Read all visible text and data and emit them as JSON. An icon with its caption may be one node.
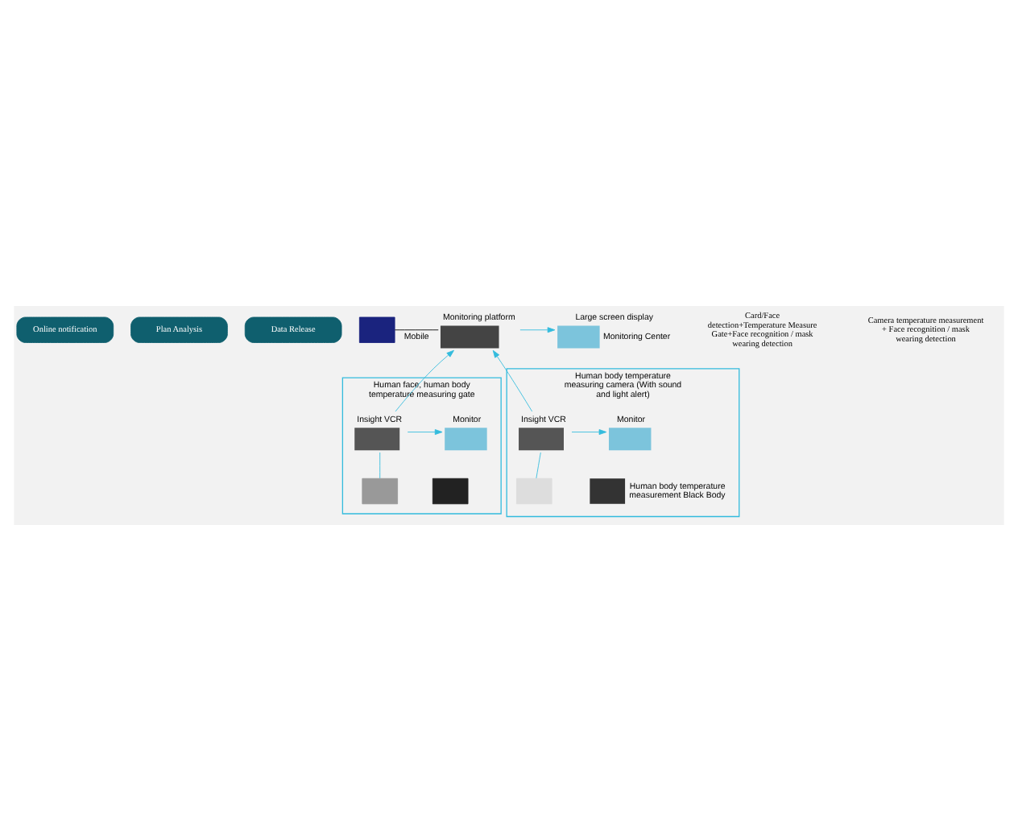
{
  "diagram": {
    "nodes": [
      {
        "text": [
          "Online notification"
        ]
      },
      {
        "text": [
          "Plan Analysis"
        ]
      },
      {
        "text": [
          "Data Release"
        ]
      },
      {
        "text": [],
        "shape": "box"
      },
      {
        "text": [
          "Monitoring platform"
        ]
      },
      {
        "text": [
          "Large screen display"
        ],
        "beside": [
          "Monitoring Center"
        ]
      },
      {
        "text": [
          "Human face, human body temperature measuring gate"
        ]
      },
      {
        "text": [
          "Insight VCR"
        ],
        "in": 6
      },
      {
        "text": [
          "Monitor"
        ],
        "in": 6
      },
      {
        "text": [],
        "shape": "box",
        "in": 6
      },
      {
        "text": [],
        "shape": "box",
        "in": 6
      },
      {
        "text": [
          "Human body temperature measuring camera (With sound and light alert)"
        ]
      },
      {
        "text": [
          "Insight VCR"
        ],
        "in": 11
      },
      {
        "text": [
          "Monitor"
        ],
        "in": 11
      },
      {
        "text": [],
        "shape": "box",
        "in": 11
      },
      {
        "text": [],
        "shape": "box",
        "in": 11,
        "beside": [
          "Human body temperature measurement Black Body"
        ]
      }
    ],
    "edges": [
      {
        "from": 3,
        "to": 4,
        "arrow": "none",
        "label": "Mobile",
        "color": "#000000"
      },
      {
        "from": 4,
        "to": 5,
        "arrow": "to"
      },
      {
        "from": 7,
        "to": 4,
        "arrow": "to"
      },
      {
        "from": 12,
        "to": 4,
        "arrow": "to"
      },
      {
        "from": 7,
        "to": 8,
        "arrow": "to"
      },
      {
        "from": 12,
        "to": 13,
        "arrow": "to"
      },
      {
        "from": 9,
        "to": 7,
        "arrow": "none"
      },
      {
        "from": 14,
        "to": 12,
        "arrow": "none"
      }
    ],
    "labels": [
      "Card/Face detection+Temperature Measure Gate+Face recognition / mask wearing detection",
      "Camera temperature measurement + Face recognition / mask wearing detection"
    ]
  }
}
